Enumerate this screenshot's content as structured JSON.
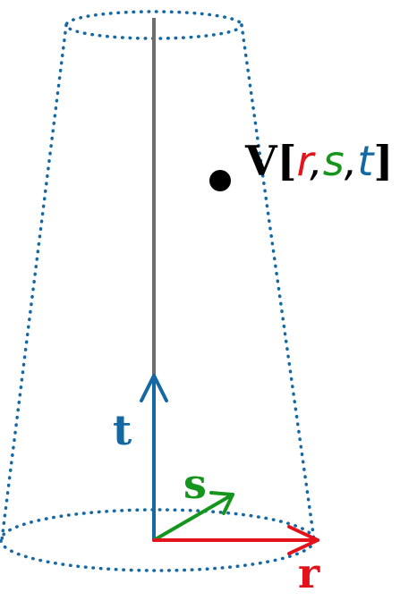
{
  "labels": {
    "point_symbol": "V",
    "open_bracket": "[",
    "r_coord": "r",
    "comma1": ",",
    "s_coord": "s",
    "comma2": ",",
    "t_coord": "t",
    "close_bracket": "]",
    "axis_t": "t",
    "axis_s": "s",
    "axis_r": "r"
  },
  "colors": {
    "r": "#e3121b",
    "s": "#16951c",
    "t": "#1469a4",
    "cone": "#1469a4",
    "center_line": "#6e6e6e",
    "point": "#000000",
    "text": "#000000"
  }
}
